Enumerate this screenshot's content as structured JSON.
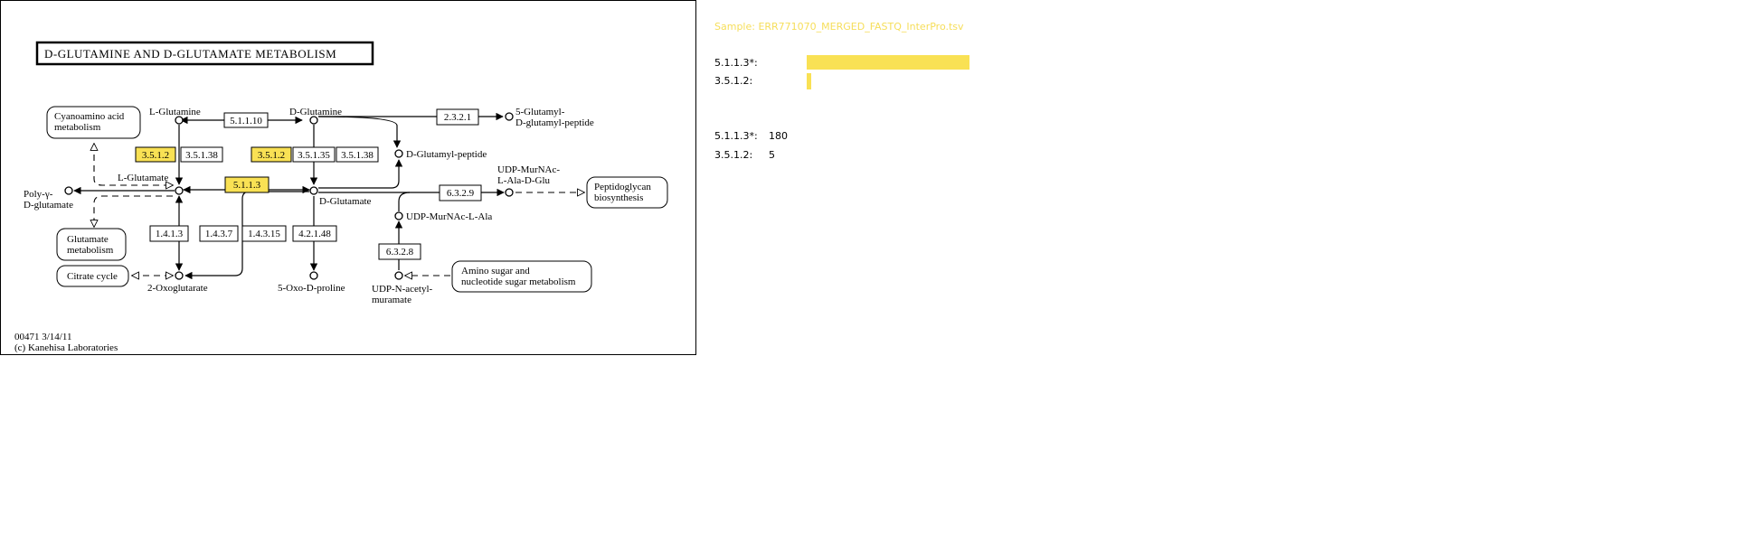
{
  "pathway_map": {
    "title": "D-GLUTAMINE AND D-GLUTAMATE METABOLISM",
    "footer_id": "00471 3/14/11",
    "footer_credit": "(c) Kanehisa Laboratories",
    "compounds": {
      "l_glutamine": "L-Glutamine",
      "d_glutamine": "D-Glutamine",
      "l_glutamate": "L-Glutamate",
      "d_glutamate": "D-Glutamate",
      "poly_glutamate_1": "Poly-γ-",
      "poly_glutamate_2": "D-glutamate",
      "oxoglutarate": "2-Oxoglutarate",
      "oxoproline": "5-Oxo-D-proline",
      "glutamyl_peptide": "D-Glutamyl-peptide",
      "glutamyl_dglutamyl_1": "5-Glutamyl-",
      "glutamyl_dglutamyl_2": "D-glutamyl-peptide",
      "udp_ala_glu_1": "UDP-MurNAc-",
      "udp_ala_glu_2": "L-Ala-D-Glu",
      "udp_ala": "UDP-MurNAc-L-Ala",
      "udp_muramate_1": "UDP-N-acetyl-",
      "udp_muramate_2": "muramate"
    },
    "maps": {
      "cyanoamino_1": "Cyanoamino acid",
      "cyanoamino_2": "metabolism",
      "glutamate_1": "Glutamate",
      "glutamate_2": "metabolism",
      "citrate": "Citrate cycle",
      "peptidoglycan_1": "Peptidoglycan",
      "peptidoglycan_2": "biosynthesis",
      "amino_sugar_1": "Amino sugar and",
      "amino_sugar_2": "nucleotide sugar metabolism"
    },
    "enzymes": {
      "e_5_1_1_10": "5.1.1.10",
      "e_3_5_1_2_a": "3.5.1.2",
      "e_3_5_1_38_a": "3.5.1.38",
      "e_3_5_1_2_b": "3.5.1.2",
      "e_3_5_1_35": "3.5.1.35",
      "e_3_5_1_38_b": "3.5.1.38",
      "e_5_1_1_3": "5.1.1.3",
      "e_2_3_2_1": "2.3.2.1",
      "e_6_3_2_9": "6.3.2.9",
      "e_1_4_1_3": "1.4.1.3",
      "e_1_4_3_7": "1.4.3.7",
      "e_1_4_3_15": "1.4.3.15",
      "e_4_2_1_48": "4.2.1.48",
      "e_6_3_2_8": "6.3.2.8"
    },
    "highlight_color": "#f9e154"
  },
  "side_panel": {
    "sample_label": "Sample: ERR771070_MERGED_FASTQ_InterPro.tsv",
    "sample_label_color": "#f6de5a",
    "bar_color": "#f9e154",
    "bars": [
      {
        "label": "5.1.1.3*:",
        "fraction": 1.0
      },
      {
        "label": "3.5.1.2:",
        "fraction": 0.028
      }
    ],
    "counts": [
      {
        "label": "5.1.1.3*:",
        "value": "180"
      },
      {
        "label": "3.5.1.2:",
        "value": "5"
      }
    ]
  }
}
